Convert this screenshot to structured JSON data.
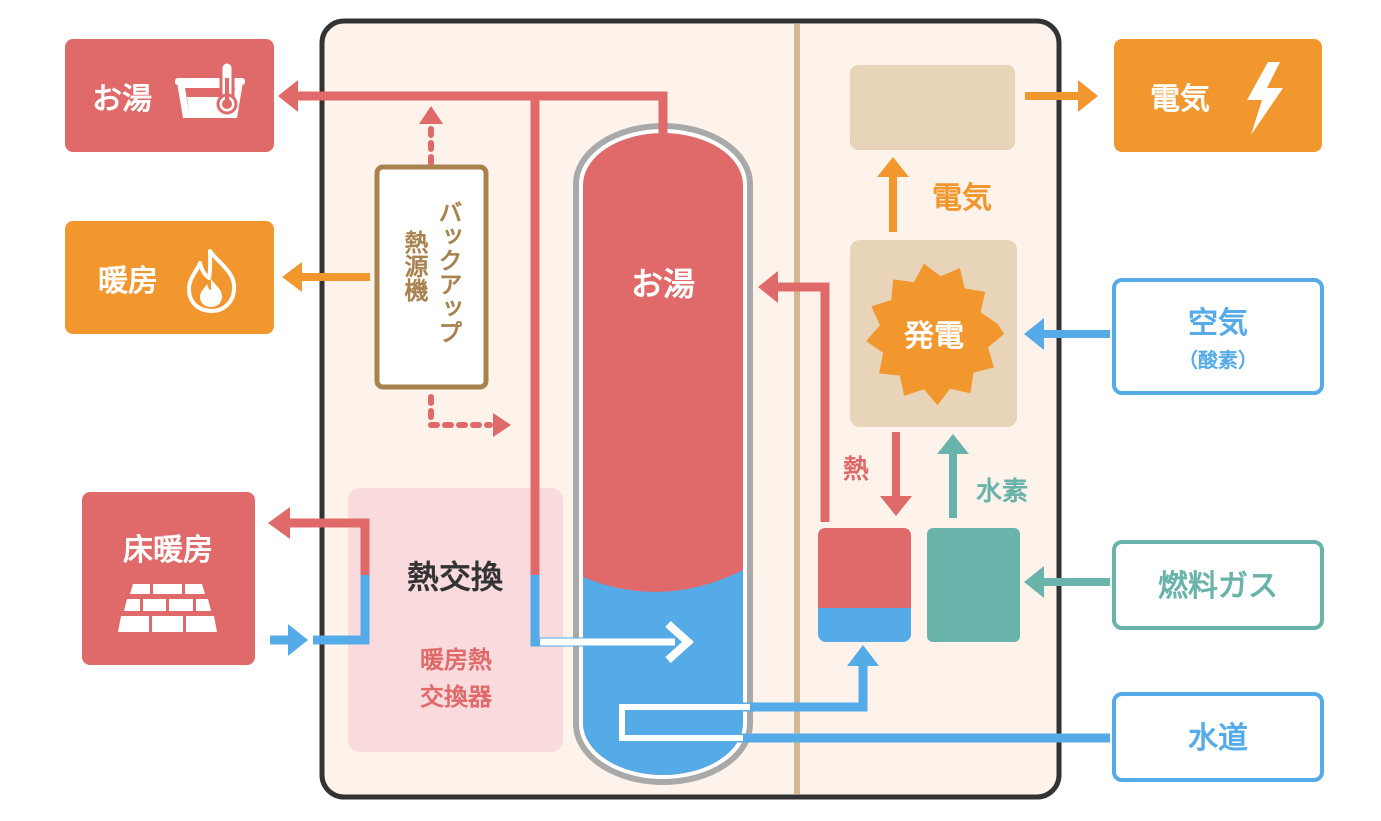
{
  "colors": {
    "red": "#e06a6a",
    "orange": "#f2972e",
    "blue": "#55aae8",
    "teal": "#6ab3aa",
    "brown": "#a8834f",
    "cream": "#fdf3ea",
    "beige": "#e8d4b8",
    "pink": "#f9dbde",
    "dark": "#333333"
  },
  "outputs": {
    "hot_water": "お湯",
    "heating": "暖房",
    "floor_heating": "床暖房",
    "electricity": "電気"
  },
  "inputs": {
    "air": "空気",
    "oxygen": "（酸素）",
    "fuel_gas": "燃料ガス",
    "tap_water": "水道"
  },
  "unit": {
    "backup_line1": "バックアップ",
    "backup_line2": "熱源機",
    "heat_exchange": "熱交換",
    "heating_hx_line1": "暖房熱",
    "heating_hx_line2": "交換器",
    "tank": "お湯",
    "power_generation": "発電",
    "electricity": "電気",
    "heat": "熱",
    "hydrogen": "水素"
  },
  "icons": [
    "bathtub-thermometer-icon",
    "flame-icon",
    "floor-tiles-icon",
    "lightning-icon"
  ]
}
